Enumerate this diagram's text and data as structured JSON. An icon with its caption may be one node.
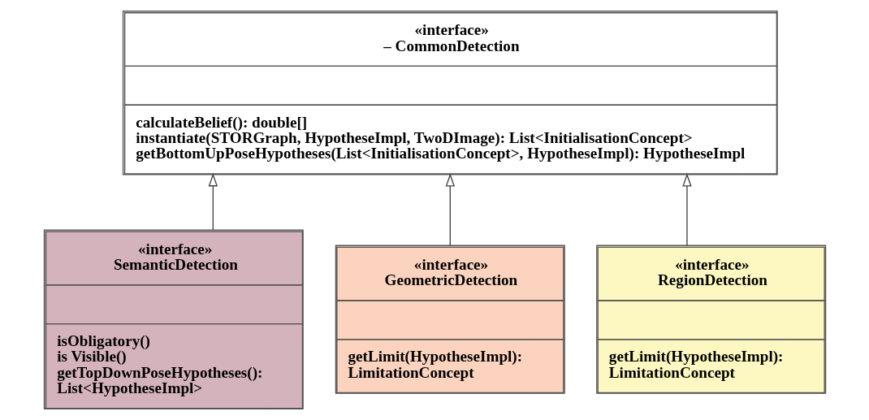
{
  "diagram": {
    "nodes": [
      {
        "text": [
          "«interface»",
          "– CommonDetection",
          "calculateBelief(): double[]",
          "instantiate(STORGraph, HypotheseImpl, TwoDImage): List<InitialisationConcept>",
          "getBottomUpPoseHypotheses(List<InitialisationConcept>, HypotheseImpl): HypotheseImpl"
        ]
      },
      {
        "text": [
          "«interface»",
          "SemanticDetection",
          "isObligatory()",
          "is Visible()",
          "getTopDownPoseHypotheses(): List<HypotheseImpl>"
        ]
      },
      {
        "text": [
          "«interface»",
          "GeometricDetection",
          "getLimit(HypotheseImpl): LimitationConcept"
        ]
      },
      {
        "text": [
          "«interface»",
          "RegionDetection",
          "getLimit(HypotheseImpl): LimitationConcept"
        ]
      }
    ],
    "edges": [
      {
        "from": 1,
        "to": 0,
        "arrow": "to"
      },
      {
        "from": 2,
        "to": 0,
        "arrow": "to"
      },
      {
        "from": 3,
        "to": 0,
        "arrow": "to"
      }
    ]
  }
}
